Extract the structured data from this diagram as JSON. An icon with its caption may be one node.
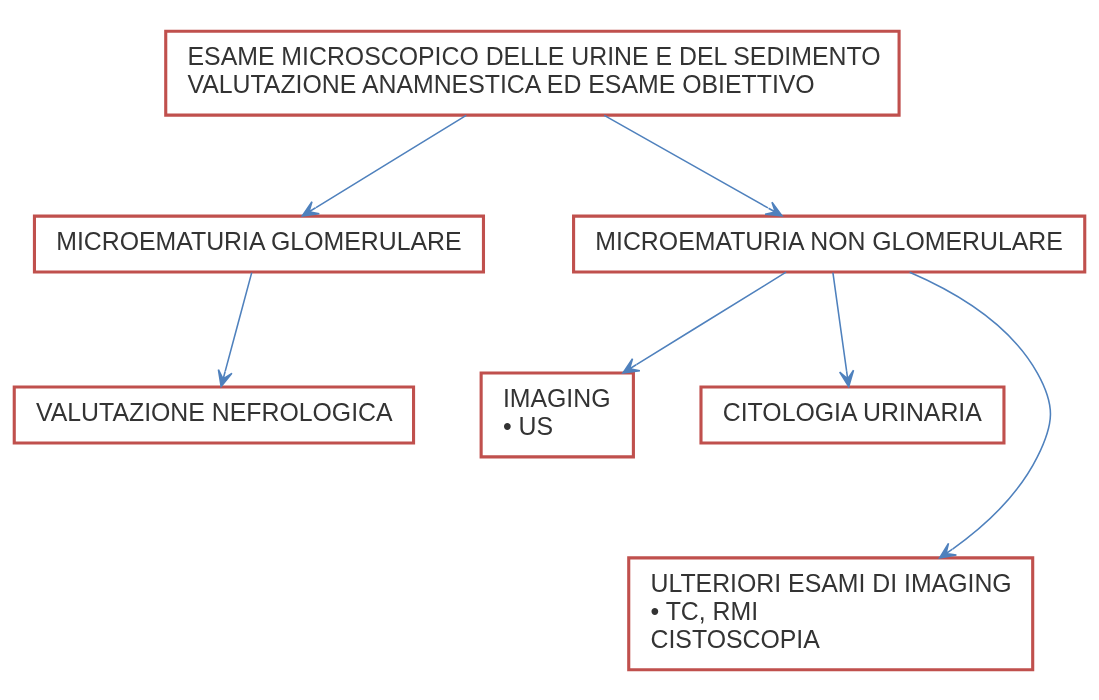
{
  "diagram": {
    "nodes": [
      {
        "text": [
          "ESAME MICROSCOPICO DELLE URINE E DEL SEDIMENTO",
          "VALUTAZIONE ANAMNESTICA ED ESAME OBIETTIVO"
        ]
      },
      {
        "text": [
          "MICROEMATURIA GLOMERULARE"
        ]
      },
      {
        "text": [
          "MICROEMATURIA NON GLOMERULARE"
        ]
      },
      {
        "text": [
          "VALUTAZIONE NEFROLOGICA"
        ]
      },
      {
        "text": [
          "IMAGING",
          "• US"
        ]
      },
      {
        "text": [
          "CITOLOGIA URINARIA"
        ]
      },
      {
        "text": [
          "ULTERIORI ESAMI DI IMAGING",
          "• TC, RMI",
          "CISTOSCOPIA"
        ]
      }
    ],
    "edges": [
      {
        "from": 0,
        "to": 1,
        "arrow": "to"
      },
      {
        "from": 0,
        "to": 2,
        "arrow": "to"
      },
      {
        "from": 1,
        "to": 3,
        "arrow": "to"
      },
      {
        "from": 2,
        "to": 4,
        "arrow": "to"
      },
      {
        "from": 2,
        "to": 5,
        "arrow": "to"
      },
      {
        "from": 2,
        "to": 6,
        "arrow": "to"
      }
    ]
  }
}
